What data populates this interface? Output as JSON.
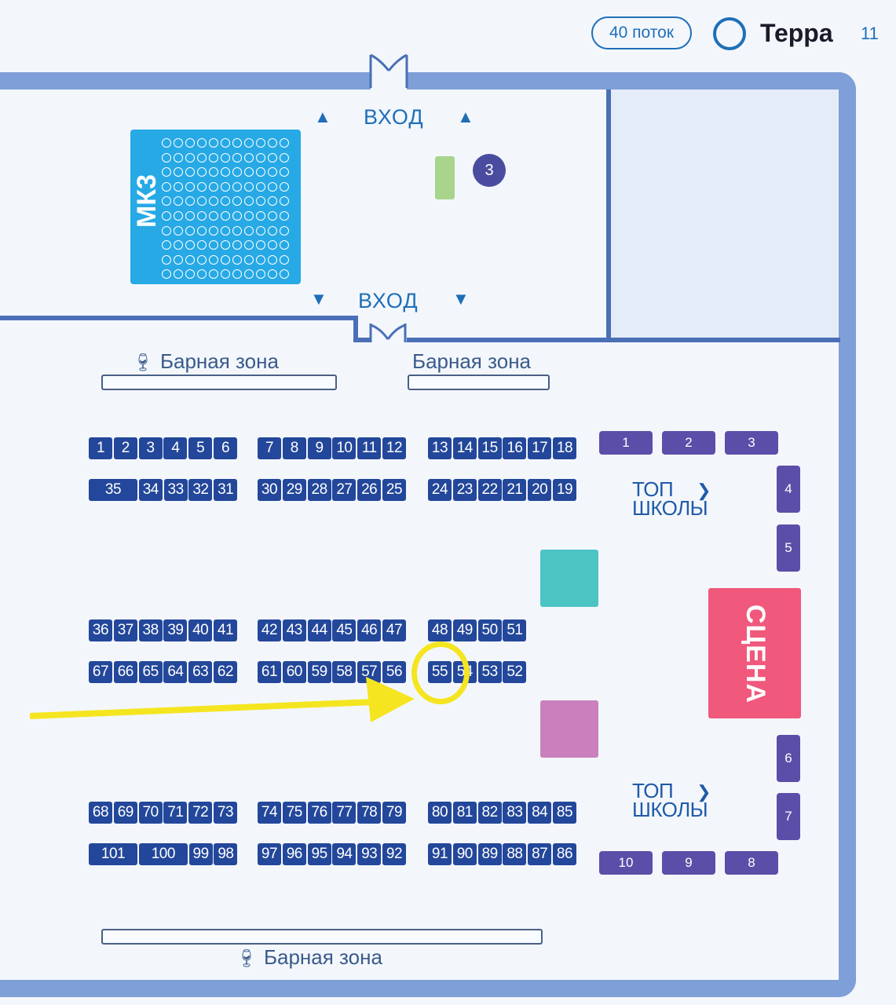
{
  "header": {
    "stream_label": "40 поток",
    "venue_name": "Терра",
    "page_number": "11"
  },
  "entrance": {
    "top_label": "ВХОД",
    "bottom_label": "ВХОД",
    "arrow_up": "▲",
    "arrow_down": "▼"
  },
  "mk3": {
    "label": "МК3",
    "seat_rows": 10,
    "seat_columns": 11
  },
  "badge_3": "3",
  "bar_zones": {
    "top_left": "Барная зона",
    "top_middle": "Барная зона",
    "bottom": "Барная зона"
  },
  "tables": {
    "row1": [
      [
        "1",
        "2",
        "3",
        "4",
        "5",
        "6"
      ],
      [
        "7",
        "8",
        "9",
        "10",
        "11",
        "12"
      ],
      [
        "13",
        "14",
        "15",
        "16",
        "17",
        "18"
      ]
    ],
    "row2": [
      [
        "35",
        "34",
        "33",
        "32",
        "31"
      ],
      [
        "30",
        "29",
        "28",
        "27",
        "26",
        "25"
      ],
      [
        "24",
        "23",
        "22",
        "21",
        "20",
        "19"
      ]
    ],
    "row3": [
      [
        "36",
        "37",
        "38",
        "39",
        "40",
        "41"
      ],
      [
        "42",
        "43",
        "44",
        "45",
        "46",
        "47"
      ],
      [
        "48",
        "49",
        "50",
        "51"
      ]
    ],
    "row4": [
      [
        "67",
        "66",
        "65",
        "64",
        "63",
        "62"
      ],
      [
        "61",
        "60",
        "59",
        "58",
        "57",
        "56"
      ],
      [
        "55",
        "54",
        "53",
        "52"
      ]
    ],
    "row5": [
      [
        "68",
        "69",
        "70",
        "71",
        "72",
        "73"
      ],
      [
        "74",
        "75",
        "76",
        "77",
        "78",
        "79"
      ],
      [
        "80",
        "81",
        "82",
        "83",
        "84",
        "85"
      ]
    ],
    "row6": [
      [
        "101",
        "100",
        "99",
        "98"
      ],
      [
        "97",
        "96",
        "95",
        "94",
        "93",
        "92"
      ],
      [
        "91",
        "90",
        "89",
        "88",
        "87",
        "86"
      ]
    ]
  },
  "top_schools": {
    "top_items": [
      "1",
      "2",
      "3"
    ],
    "right_upper": [
      "4",
      "5"
    ],
    "right_lower": [
      "6",
      "7"
    ],
    "bottom_items": [
      "10",
      "9",
      "8"
    ],
    "label_line1": "ТОП",
    "label_line2": "ШКОЛЫ",
    "label_arrow": "❯"
  },
  "stage_label": "СЦЕНА",
  "colors": {
    "table_blue": "#23479a",
    "purple": "#5b4ea8",
    "stage": "#f0587c",
    "teal_box": "#4cc4c4",
    "pink_box": "#c980bd",
    "green_box": "#a8d48c",
    "highlight": "#f5e520",
    "mk3": "#27a9e5"
  },
  "highlight": {
    "table": "55"
  }
}
